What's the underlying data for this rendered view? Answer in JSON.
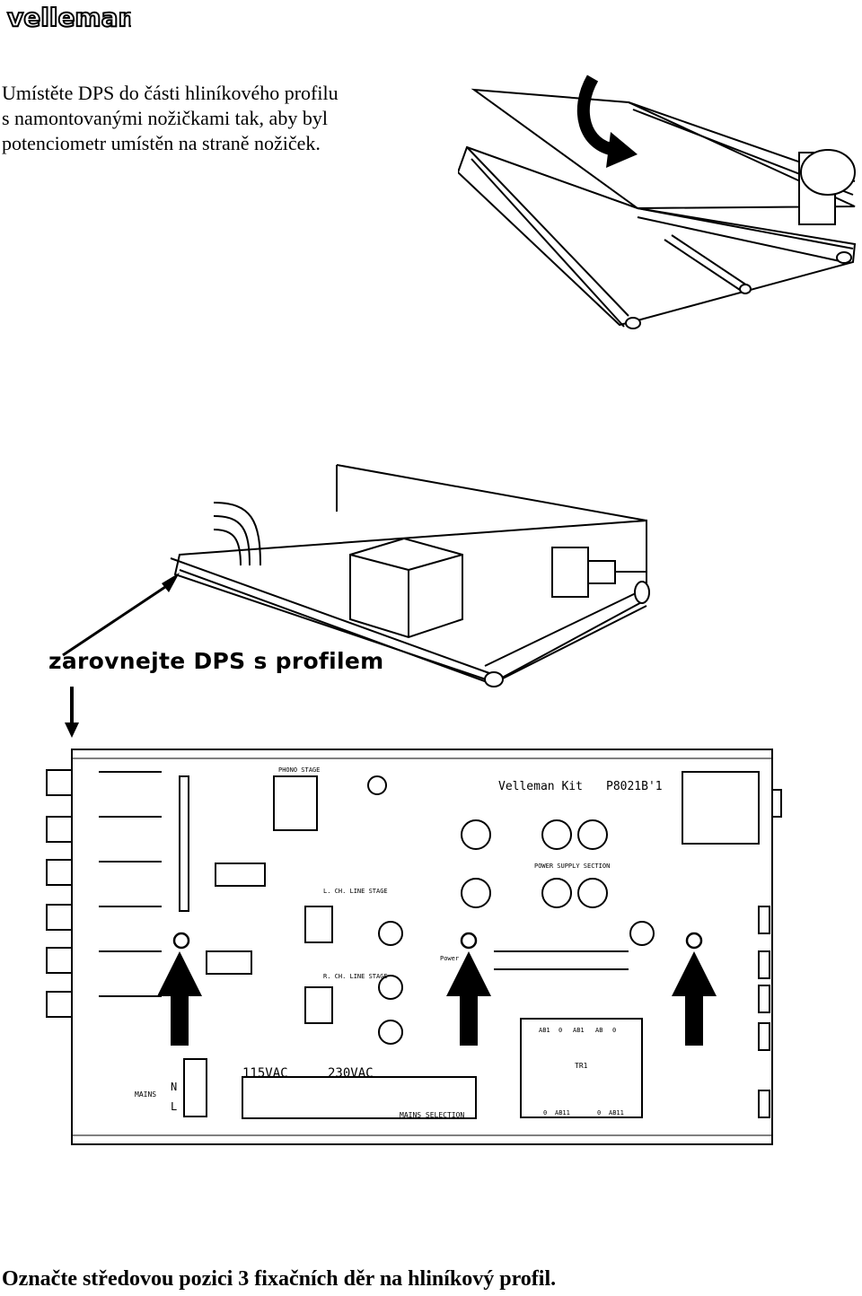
{
  "header": {
    "logo_text": "velleman",
    "logo_icon": "velleman-logo-icon"
  },
  "instruction": {
    "line1": "Umístěte DPS do části hliníkového profilu",
    "line2": "s namontovanými nožičkami tak, aby byl",
    "line3": "potenciometr umístěn na straně nožiček."
  },
  "figure": {
    "align_callout": "zarovnejte DPS s profilem",
    "pcb_title": "Velleman Kit",
    "pcb_code": "P8021B'1",
    "mains_label": "MAINS",
    "voltage_115": "115VAC",
    "voltage_230": "230VAC",
    "mains_selection": "MAINS SELECTION",
    "transformer_label": "TR1",
    "phono_stage": "PHONO STAGE",
    "power_supply": "POWER SUPPLY SECTION",
    "l_line_stage": "L. CH. LINE STAGE",
    "r_line_stage": "R. CH. LINE STAGE",
    "power_label": "Power",
    "tr1_pins_top": [
      "AB1",
      "0",
      "AB1",
      "AB",
      "0"
    ],
    "tr1_pins_bottom": [
      "0",
      "AB11",
      "0",
      "AB11"
    ],
    "n_label": "N",
    "l_label": "L"
  },
  "caption": {
    "text": "Označte středovou pozici 3 fixačních děr na hliníkový profil."
  }
}
